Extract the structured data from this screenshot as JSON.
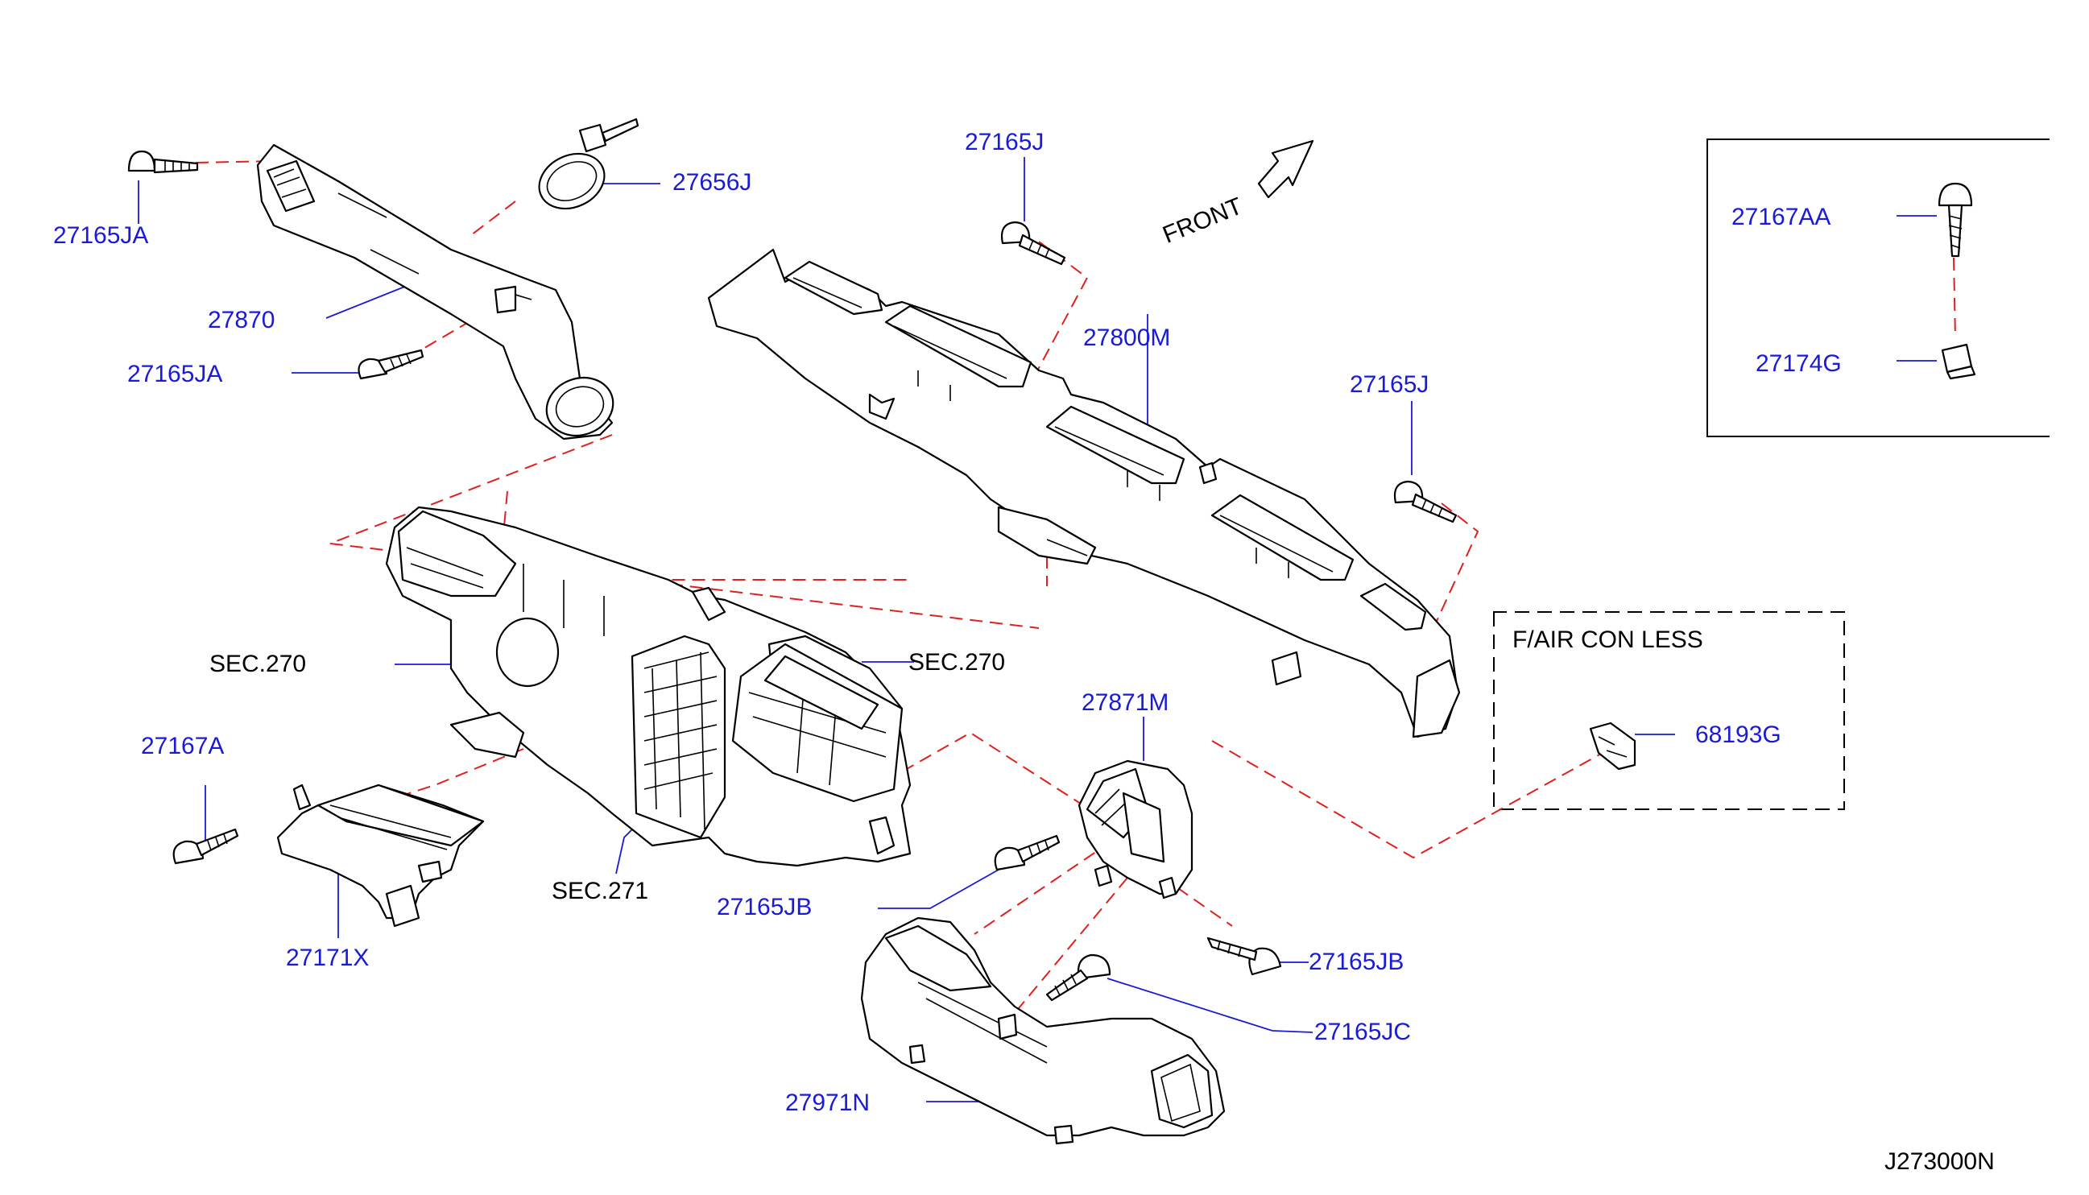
{
  "colors": {
    "label": "#1a1ad8",
    "section": "#000000",
    "dash": "#e02020",
    "line": "#000000"
  },
  "labels": {
    "p27165JA_top": "27165JA",
    "p27656J": "27656J",
    "p27870": "27870",
    "p27165JA_mid": "27165JA",
    "p27165J_top": "27165J",
    "p27800M": "27800M",
    "p27165J_right": "27165J",
    "p27167AA": "27167AA",
    "p27174G": "27174G",
    "sec270_left": "SEC.270",
    "sec270_right": "SEC.270",
    "p27167A": "27167A",
    "p27171X": "27171X",
    "sec271": "SEC.271",
    "p27871M": "27871M",
    "p27165JB_left": "27165JB",
    "p27165JB_right": "27165JB",
    "p27165JC": "27165JC",
    "p27971N": "27971N",
    "p68193G": "68193G"
  },
  "front": "FRONT",
  "inset_note": "F/AIR  CON  LESS",
  "diagram_code": "J273000N"
}
